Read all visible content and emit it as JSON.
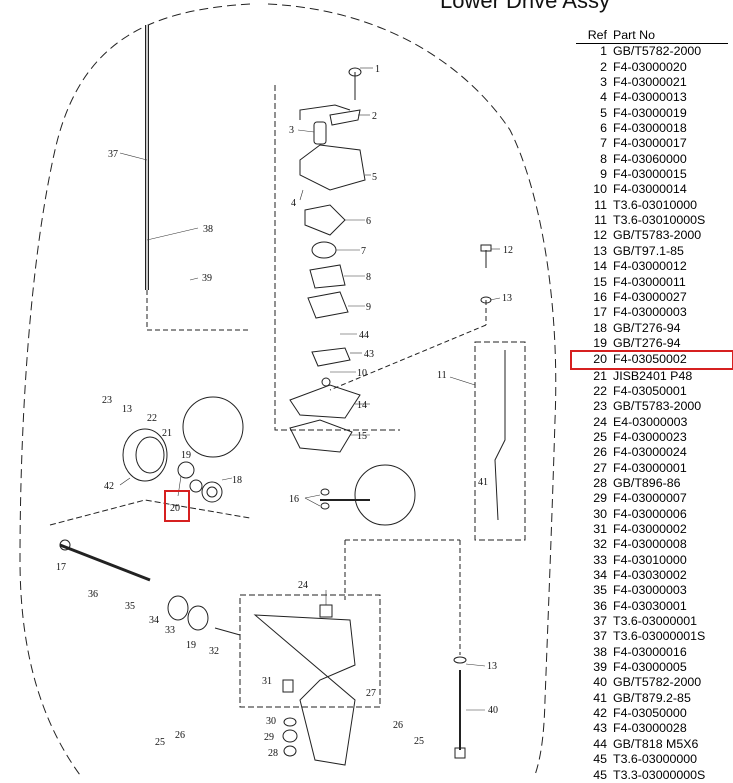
{
  "title": "Lower Drive Assy",
  "table": {
    "headers": {
      "ref": "Ref",
      "part_no": "Part No"
    },
    "selected_ref": "20",
    "rows": [
      [
        "1",
        "GB/T5782-2000"
      ],
      [
        "2",
        "F4-03000020"
      ],
      [
        "3",
        "F4-03000021"
      ],
      [
        "4",
        "F4-03000013"
      ],
      [
        "5",
        "F4-03000019"
      ],
      [
        "6",
        "F4-03000018"
      ],
      [
        "7",
        "F4-03000017"
      ],
      [
        "8",
        "F4-03060000"
      ],
      [
        "9",
        "F4-03000015"
      ],
      [
        "10",
        "F4-03000014"
      ],
      [
        "11",
        "T3.6-03010000"
      ],
      [
        "11",
        "T3.6-03010000S"
      ],
      [
        "12",
        "GB/T5783-2000"
      ],
      [
        "13",
        "GB/T97.1-85"
      ],
      [
        "14",
        "F4-03000012"
      ],
      [
        "15",
        "F4-03000011"
      ],
      [
        "16",
        "F4-03000027"
      ],
      [
        "17",
        "F4-03000003"
      ],
      [
        "18",
        "GB/T276-94"
      ],
      [
        "19",
        "GB/T276-94"
      ],
      [
        "20",
        "F4-03050002"
      ],
      [
        "21",
        "JISB2401 P48"
      ],
      [
        "22",
        "F4-03050001"
      ],
      [
        "23",
        "GB/T5783-2000"
      ],
      [
        "24",
        "E4-03000003"
      ],
      [
        "25",
        "F4-03000023"
      ],
      [
        "26",
        "F4-03000024"
      ],
      [
        "27",
        "F4-03000001"
      ],
      [
        "28",
        "GB/T896-86"
      ],
      [
        "29",
        "F4-03000007"
      ],
      [
        "30",
        "F4-03000006"
      ],
      [
        "31",
        "F4-03000002"
      ],
      [
        "32",
        "F4-03000008"
      ],
      [
        "33",
        "F4-03010000"
      ],
      [
        "34",
        "F4-03030002"
      ],
      [
        "35",
        "F4-03000003"
      ],
      [
        "36",
        "F4-03030001"
      ],
      [
        "37",
        "T3.6-03000001"
      ],
      [
        "37",
        "T3.6-03000001S"
      ],
      [
        "38",
        "F4-03000016"
      ],
      [
        "39",
        "F4-03000005"
      ],
      [
        "40",
        "GB/T5782-2000"
      ],
      [
        "41",
        "GB/T879.2-85"
      ],
      [
        "42",
        "F4-03050000"
      ],
      [
        "43",
        "F4-03000028"
      ],
      [
        "44",
        "GB/T818 M5X6"
      ],
      [
        "45",
        "T3.6-03000000"
      ],
      [
        "45",
        "T3.3-03000000S"
      ]
    ]
  },
  "callouts": [
    "1",
    "2",
    "3",
    "4",
    "5",
    "6",
    "7",
    "8",
    "9",
    "10",
    "11",
    "12",
    "13",
    "14",
    "15",
    "16",
    "17",
    "18",
    "19",
    "20",
    "21",
    "22",
    "23",
    "24",
    "25",
    "26",
    "27",
    "28",
    "29",
    "30",
    "31",
    "32",
    "33",
    "34",
    "35",
    "36",
    "37",
    "38",
    "39",
    "40",
    "41",
    "42",
    "43",
    "44"
  ],
  "highlight_color": "#d62020"
}
